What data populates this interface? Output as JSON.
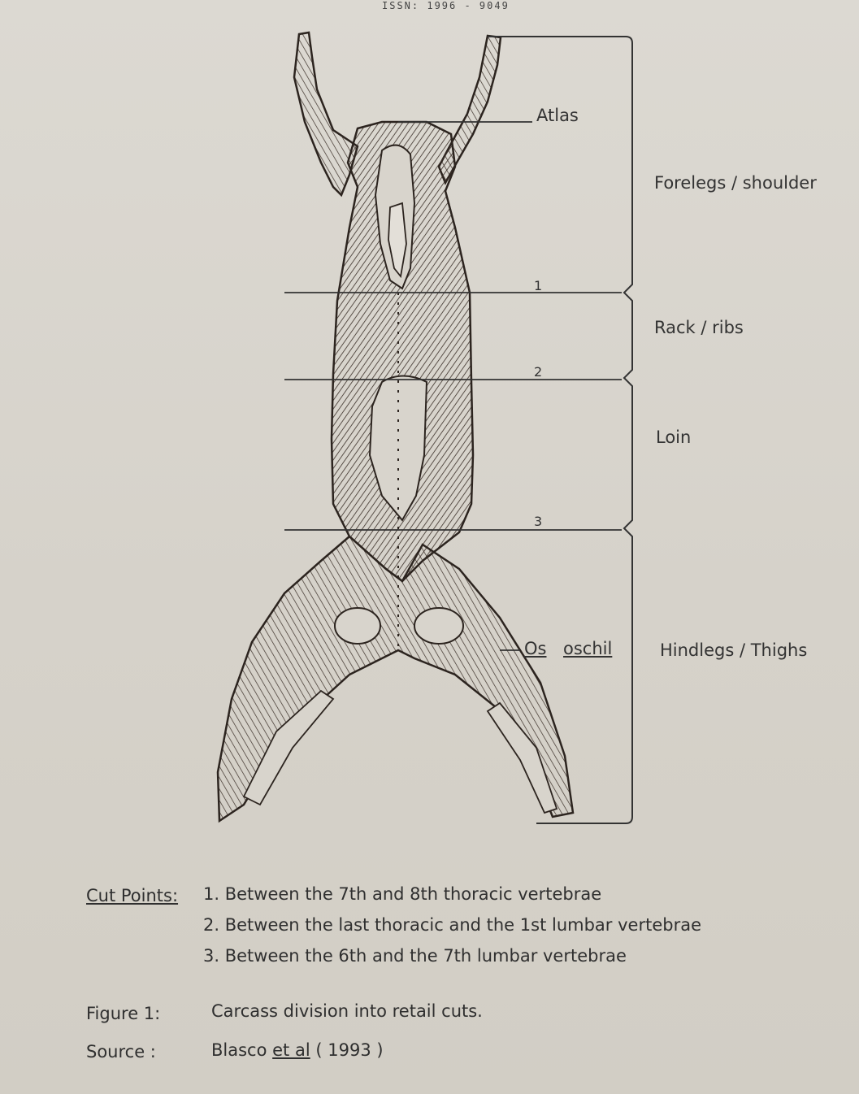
{
  "header_fragment": "ISSN: 1996 - 9049",
  "labels": {
    "atlas": "Atlas",
    "forelegs": "Forelegs / shoulder",
    "rack": "Rack / ribs",
    "loin": "Loin",
    "hindlegs": "Hindlegs / Thighs",
    "os": "Os",
    "oschil": "oschil"
  },
  "cut_numbers": [
    "1",
    "2",
    "3"
  ],
  "footer": {
    "cut_points_label": "Cut Points:",
    "cut_points": [
      "1. Between  the 7th and 8th  thoracic  vertebrae",
      "2. Between  the last  thoracic  and  the 1st  lumbar  vertebrae",
      "3. Between   the 6th and  the  7th  lumbar vertebrae"
    ],
    "figure_label": "Figure 1:",
    "figure_text": "Carcass  division  into retail cuts.",
    "source_label": "Source :",
    "source_author": "Blasco",
    "source_etal": "et al",
    "source_year": "( 1993 )"
  }
}
